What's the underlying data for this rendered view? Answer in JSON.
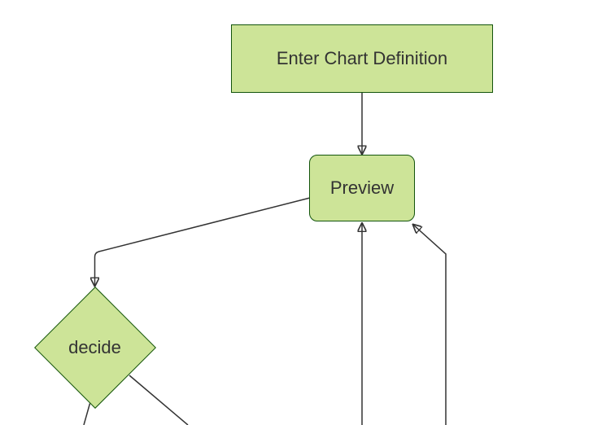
{
  "diagram": {
    "type": "flowchart",
    "direction": "top-down",
    "nodes": [
      {
        "id": "enter-chart-definition",
        "label": "Enter Chart Definition",
        "shape": "rectangle"
      },
      {
        "id": "preview",
        "label": "Preview",
        "shape": "rounded-rectangle"
      },
      {
        "id": "decide",
        "label": "decide",
        "shape": "diamond"
      }
    ],
    "edges": [
      {
        "from": "enter-chart-definition",
        "to": "preview",
        "arrowhead": true
      },
      {
        "from": "preview",
        "to": "decide",
        "arrowhead": true
      },
      {
        "from": "offscreen-bottom-center",
        "to": "preview",
        "arrowhead": true
      },
      {
        "from": "offscreen-bottom-right",
        "to": "preview",
        "arrowhead": true
      },
      {
        "from": "decide",
        "to": "offscreen-bottom-left",
        "arrowhead": false
      },
      {
        "from": "decide",
        "to": "offscreen-bottom-right",
        "arrowhead": false
      }
    ],
    "colors": {
      "node_fill": "#cde498",
      "node_border": "#13540c",
      "edge_line": "#333333",
      "label_text": "#333333",
      "background": "#ffffff"
    }
  }
}
